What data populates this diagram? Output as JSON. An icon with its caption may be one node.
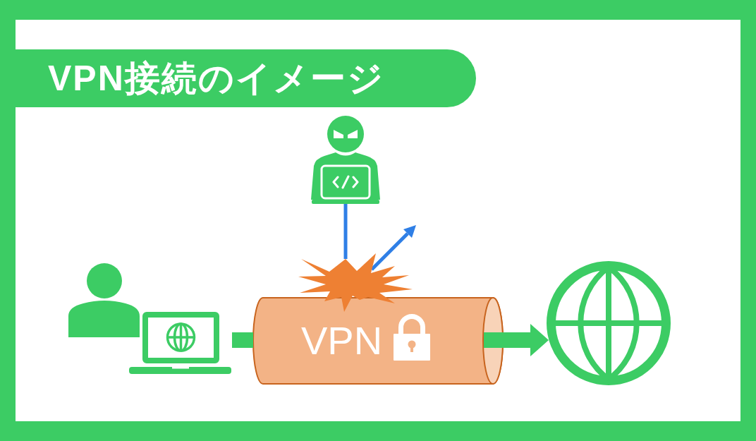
{
  "diagram": {
    "title": "VPN接続のイメージ",
    "nodes": [
      {
        "text": [],
        "shape": "picture"
      },
      {
        "text": [],
        "shape": "star"
      },
      {
        "text": [],
        "shape": "picture"
      },
      {
        "text": [
          "VPN"
        ]
      },
      {
        "text": [],
        "shape": "globe"
      }
    ],
    "edges": [
      {
        "from": 0,
        "to": 1,
        "arrow": "none",
        "color": "#2f7fe6"
      },
      {
        "from": 1,
        "to": null,
        "arrow": "to",
        "color": "#2f7fe6"
      },
      {
        "from": 2,
        "to": 3,
        "arrow": "none",
        "style": "thick",
        "color": "#3ccc64"
      },
      {
        "from": 3,
        "to": 4,
        "arrow": "to",
        "style": "thick",
        "color": "#3ccc64"
      }
    ]
  }
}
